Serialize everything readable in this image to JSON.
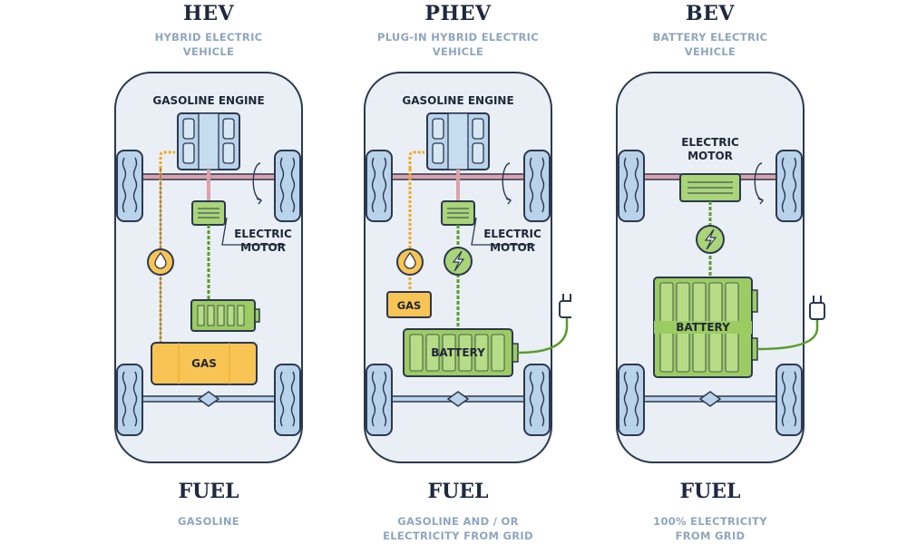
{
  "columns": [
    {
      "title": "HEV",
      "subtitle": [
        "HYBRID ELECTRIC",
        "VEHICLE"
      ],
      "labels": {
        "engine": "GASOLINE ENGINE",
        "motor": [
          "ELECTRIC",
          "MOTOR"
        ],
        "gas": "GAS"
      },
      "fuel_title": "FUEL",
      "fuel_desc": [
        "GASOLINE"
      ]
    },
    {
      "title": "PHEV",
      "subtitle": [
        "PLUG-IN HYBRID ELECTRIC",
        "VEHICLE"
      ],
      "labels": {
        "engine": "GASOLINE ENGINE",
        "motor": [
          "ELECTRIC",
          "MOTOR"
        ],
        "gas": "GAS",
        "battery": "BATTERY"
      },
      "fuel_title": "FUEL",
      "fuel_desc": [
        "GASOLINE AND / OR",
        "ELECTRICITY FROM GRID"
      ]
    },
    {
      "title": "BEV",
      "subtitle": [
        "BATTERY ELECTRIC",
        "VEHICLE"
      ],
      "labels": {
        "motor": [
          "ELECTRIC",
          "MOTOR"
        ],
        "battery": "BATTERY"
      },
      "fuel_title": "FUEL",
      "fuel_desc": [
        "100% ELECTRICITY",
        "FROM GRID"
      ]
    }
  ],
  "colors": {
    "body_fill": "#e9eff5",
    "outline": "#2b3850",
    "engine": "#b9d3ea",
    "motor_green": "#a9d477",
    "battery_green": "#9ccb62",
    "gas_yellow": "#f8c453",
    "axle_red": "#dba2ac",
    "wire_green": "#5b9b2e",
    "fuel_line": "#f0a822"
  }
}
